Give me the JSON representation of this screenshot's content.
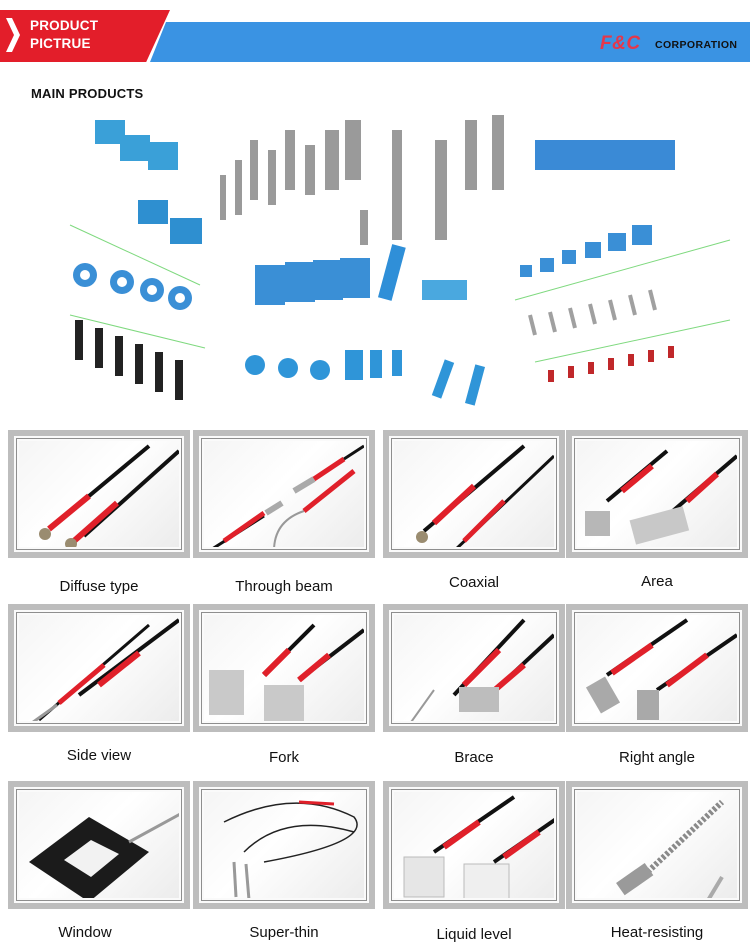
{
  "header": {
    "title_line1": "PRODUCT",
    "title_line2": "PICTRUE",
    "brand_logo": "F&C",
    "brand_suffix": "CORPORATION",
    "colors": {
      "red": "#e31e2a",
      "blue": "#3a93e3",
      "logo": "#e5374a"
    }
  },
  "main_products": {
    "title": "MAIN PRODUCTS"
  },
  "fiber_types": [
    {
      "label": "Diffuse type"
    },
    {
      "label": "Through beam"
    },
    {
      "label": "Coaxial"
    },
    {
      "label": "Area"
    },
    {
      "label": "Side view"
    },
    {
      "label": "Fork"
    },
    {
      "label": "Brace"
    },
    {
      "label": "Right angle"
    },
    {
      "label": "Window"
    },
    {
      "label": "Super-thin"
    },
    {
      "label": "Liquid level"
    },
    {
      "label": "Heat-resisting"
    }
  ]
}
